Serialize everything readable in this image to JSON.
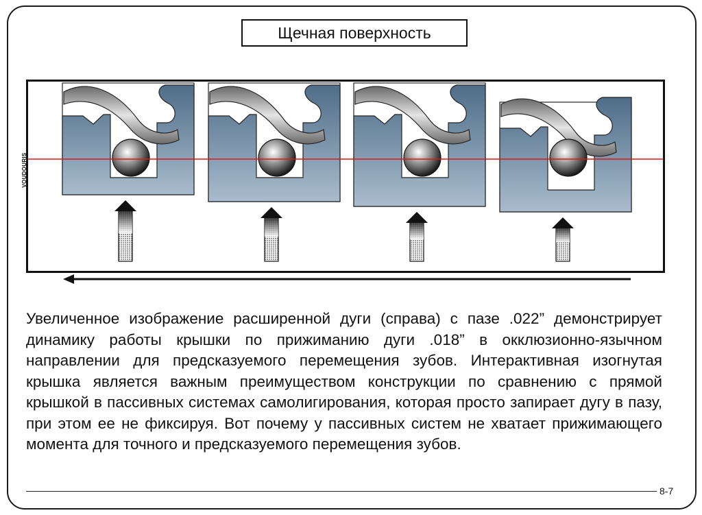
{
  "title": "Щечная поверхность",
  "figure": {
    "side_label": "VOUDOURIS",
    "panels": 4,
    "colors": {
      "bracket": "#5f7d96",
      "bracket_light": "#9fb4c6",
      "wire_line": "#d81818",
      "clip": "#8f8f8f"
    },
    "icons": [
      "force-arrow-icon",
      "direction-arrow-icon"
    ]
  },
  "description": "Увеличенное изображение расширенной дуги (справа) с пазе .022” демонстрирует динамику работы крышки по прижиманию дуги .018” в окклюзионно-язычном направлении для предсказуемого перемещения зубов. Интерактивная изогнутая крышка является важным преимуществом конструкции по сравнению с прямой крышкой в пассивных системах самолигирования, которая просто запирает дугу в пазу, при этом ее не фиксируя. Вот почему у пассивных систем не хватает прижимающего момента для точного и предсказуемого перемещения зубов.",
  "page_number": "8-7"
}
